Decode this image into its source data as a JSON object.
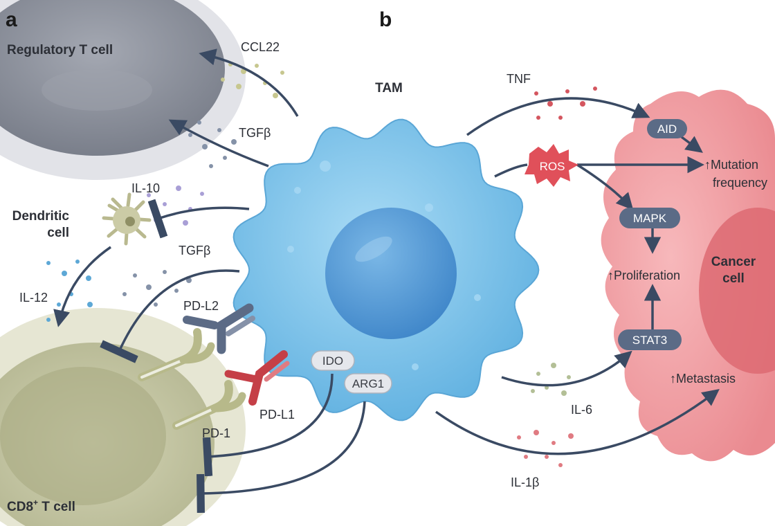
{
  "panels": {
    "a": "a",
    "b": "b"
  },
  "cells": {
    "treg": "Regulatory T cell",
    "dendritic_line1": "Dendritic",
    "dendritic_line2": "cell",
    "tam": "TAM",
    "cd8_main": "CD8",
    "cd8_sup": "+",
    "cd8_tail": " T cell",
    "cancer_line1": "Cancer",
    "cancer_line2": "cell"
  },
  "signals": {
    "ccl22": "CCL22",
    "tgfb_top": "TGFβ",
    "il10": "IL-10",
    "tgfb_mid": "TGFβ",
    "il12": "IL-12",
    "tnf": "TNF",
    "il6": "IL-6",
    "il1b": "IL-1β"
  },
  "receptors": {
    "pdl2": "PD-L2",
    "pdl1": "PD-L1",
    "pd1": "PD-1"
  },
  "enzymes": {
    "ido": "IDO",
    "arg1": "ARG1"
  },
  "nodes": {
    "ros": "ROS",
    "aid": "AID",
    "mapk": "MAPK",
    "stat3": "STAT3"
  },
  "outcomes": {
    "mutation_line1": "↑Mutation",
    "mutation_line2": "frequency",
    "proliferation": "↑Proliferation",
    "metastasis": "↑Metastasis"
  },
  "colors": {
    "arrow": "#3a4a63",
    "tam_fill": "#7fc4ea",
    "cancer_fill": "#f19ca0",
    "node_fill": "#5b6b86",
    "ros_fill": "#e0505a"
  }
}
